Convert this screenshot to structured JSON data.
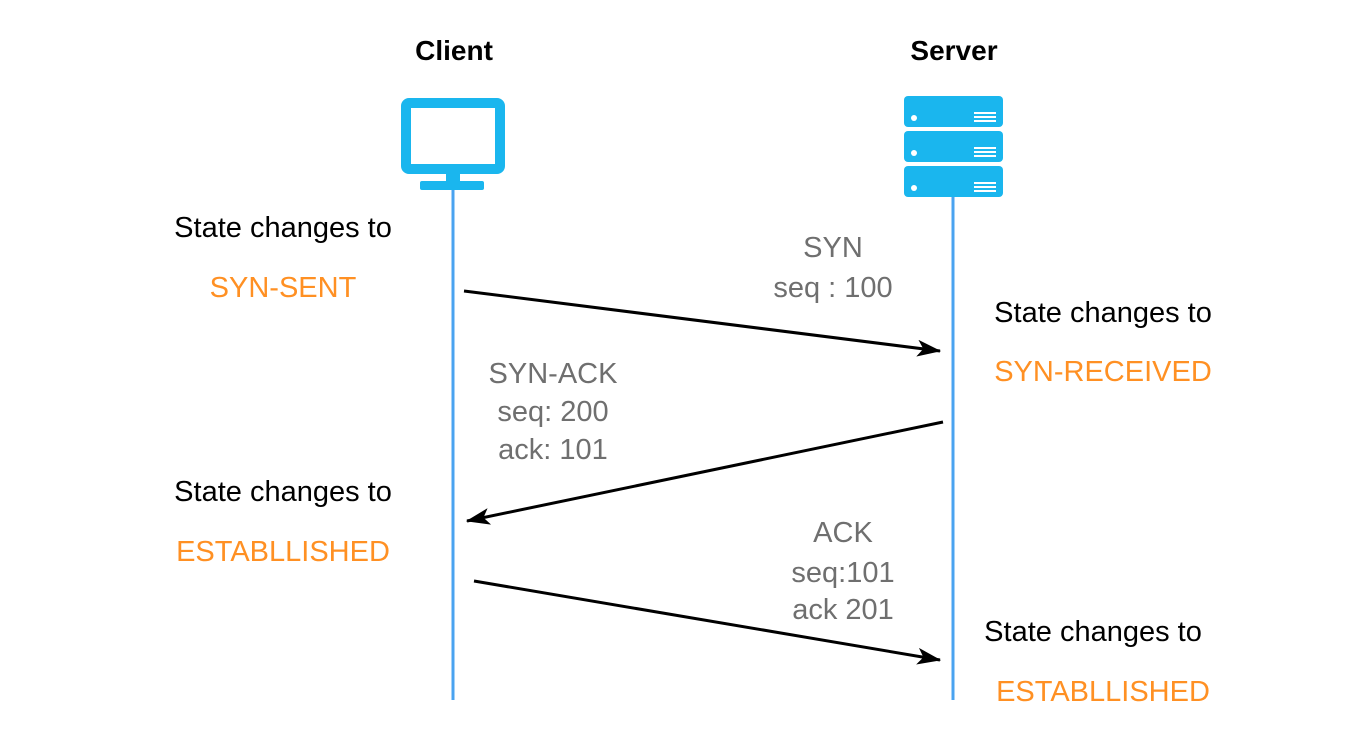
{
  "colors": {
    "lifeline": "#4aa3f0",
    "icon": "#1ab6ee",
    "state_value": "#ff9023",
    "message_text": "#6f6f6f",
    "arrow": "#000000",
    "text": "#000000"
  },
  "actors": {
    "client": {
      "title": "Client",
      "icon": "monitor-icon"
    },
    "server": {
      "title": "Server",
      "icon": "server-rack-icon"
    }
  },
  "states": {
    "client_syn_sent": {
      "label": "State changes to",
      "value": "SYN-SENT"
    },
    "server_syn_received": {
      "label": "State changes to",
      "value": "SYN-RECEIVED"
    },
    "client_established": {
      "label": "State changes to",
      "value": "ESTABLLISHED"
    },
    "server_established": {
      "label": "State changes to",
      "value": "ESTABLLISHED"
    }
  },
  "messages": {
    "syn": {
      "name": "SYN",
      "seq": "seq : 100"
    },
    "syn_ack": {
      "name": "SYN-ACK",
      "seq": "seq: 200",
      "ack": "ack: 101"
    },
    "ack": {
      "name": "ACK",
      "seq": "seq:101",
      "ack": "ack 201"
    }
  }
}
